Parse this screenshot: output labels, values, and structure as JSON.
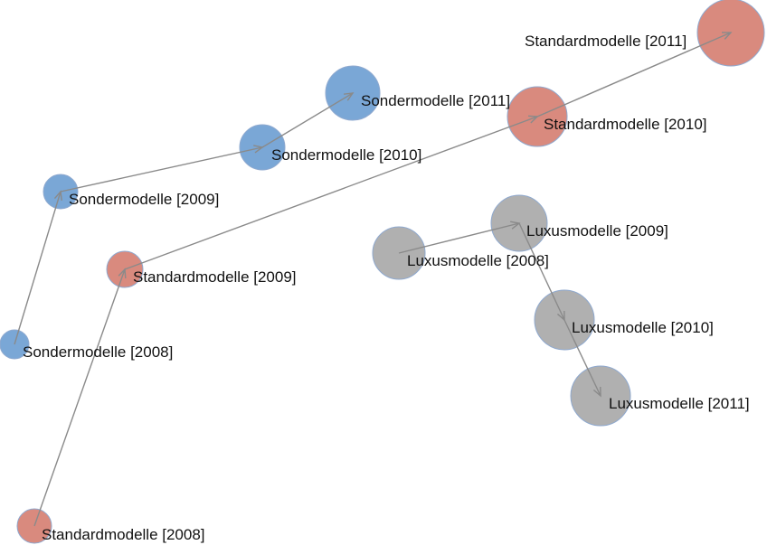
{
  "chart_data": {
    "type": "motion-scatter-trails",
    "series": [
      {
        "name": "Standardmodelle",
        "color": "#d98a7e",
        "points": [
          {
            "label": "Standardmodelle [2008]",
            "year": 2008
          },
          {
            "label": "Standardmodelle [2009]",
            "year": 2009
          },
          {
            "label": "Standardmodelle [2010]",
            "year": 2010
          },
          {
            "label": "Standardmodelle [2011]",
            "year": 2011
          }
        ]
      },
      {
        "name": "Sondermodelle",
        "color": "#7aa7d6",
        "points": [
          {
            "label": "Sondermodelle [2008]",
            "year": 2008
          },
          {
            "label": "Sondermodelle [2009]",
            "year": 2009
          },
          {
            "label": "Sondermodelle [2010]",
            "year": 2010
          },
          {
            "label": "Sondermodelle [2011]",
            "year": 2011
          }
        ]
      },
      {
        "name": "Luxusmodelle",
        "color": "#b0b0b0",
        "points": [
          {
            "label": "Luxusmodelle [2008]",
            "year": 2008
          },
          {
            "label": "Luxusmodelle [2009]",
            "year": 2009
          },
          {
            "label": "Luxusmodelle [2010]",
            "year": 2010
          },
          {
            "label": "Luxusmodelle [2011]",
            "year": 2011
          }
        ]
      }
    ],
    "axes_visible": false,
    "grid": false,
    "legend": "none"
  }
}
